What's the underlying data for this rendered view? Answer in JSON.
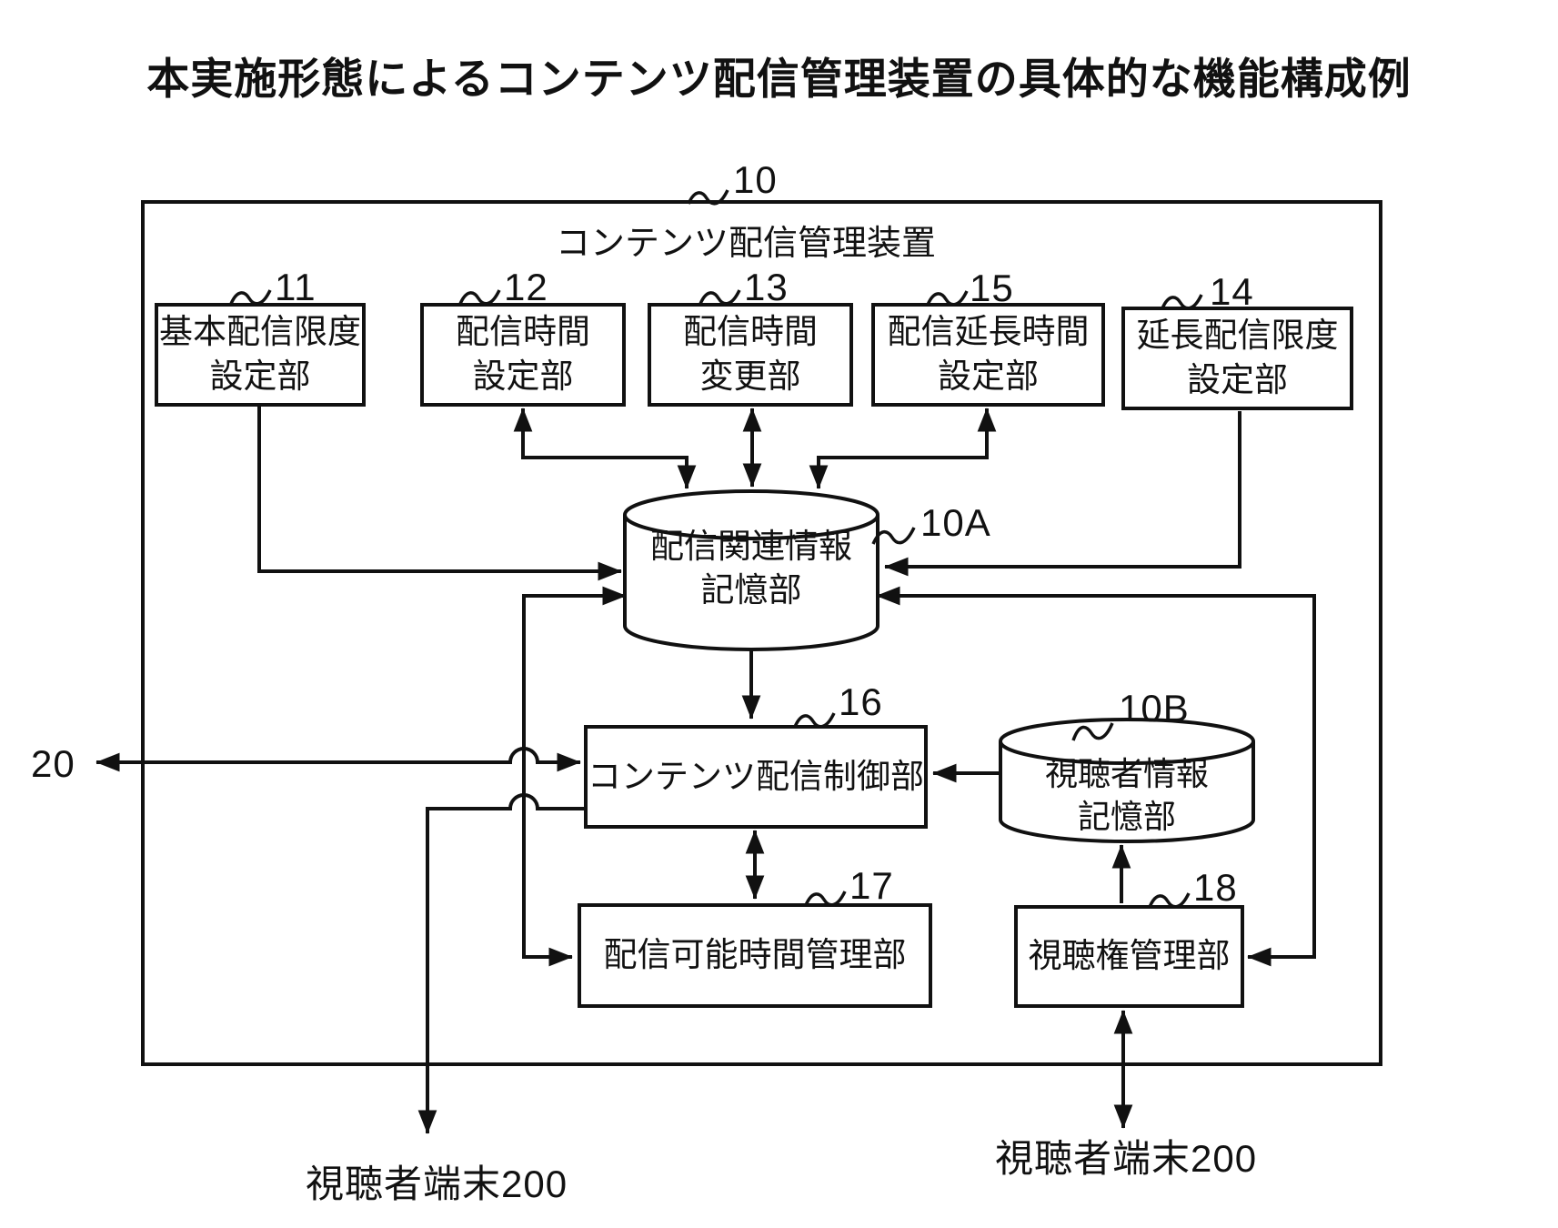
{
  "title": "本実施形態によるコンテンツ配信管理装置の具体的な機能構成例",
  "device": {
    "ref": "10",
    "name": "コンテンツ配信管理装置"
  },
  "blocks": {
    "b11": {
      "ref": "11",
      "line1": "基本配信限度",
      "line2": "設定部"
    },
    "b12": {
      "ref": "12",
      "line1": "配信時間",
      "line2": "設定部"
    },
    "b13": {
      "ref": "13",
      "line1": "配信時間",
      "line2": "変更部"
    },
    "b15": {
      "ref": "15",
      "line1": "配信延長時間",
      "line2": "設定部"
    },
    "b14": {
      "ref": "14",
      "line1": "延長配信限度",
      "line2": "設定部"
    },
    "b16": {
      "ref": "16",
      "label": "コンテンツ配信制御部"
    },
    "b17": {
      "ref": "17",
      "label": "配信可能時間管理部"
    },
    "b18": {
      "ref": "18",
      "label": "視聴権管理部"
    }
  },
  "stores": {
    "s10A": {
      "ref": "10A",
      "line1": "配信関連情報",
      "line2": "記憶部"
    },
    "s10B": {
      "ref": "10B",
      "line1": "視聴者情報",
      "line2": "記憶部"
    }
  },
  "externals": {
    "network_ref": "20",
    "viewer_terminal_left": "視聴者端末200",
    "viewer_terminal_right": "視聴者端末200"
  },
  "colors": {
    "ink": "#111111",
    "background": "#ffffff"
  }
}
